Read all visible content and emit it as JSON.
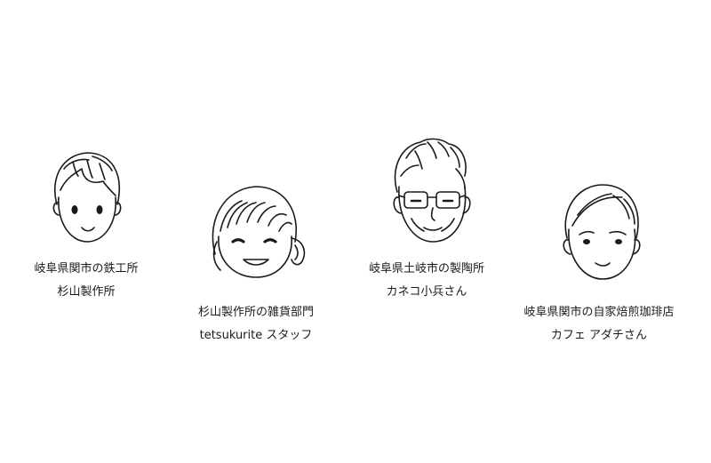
{
  "people": [
    {
      "location": "岐阜県関市の鉄工所",
      "name": "杉山製作所"
    },
    {
      "location": "杉山製作所の雑貨部門",
      "name": "tetsukurite スタッフ"
    },
    {
      "location": "岐阜県土岐市の製陶所",
      "name": "カネコ小兵さん"
    },
    {
      "location": "岐阜県関市の自家焙煎珈琲店",
      "name": "カフェ アダチさん"
    }
  ]
}
